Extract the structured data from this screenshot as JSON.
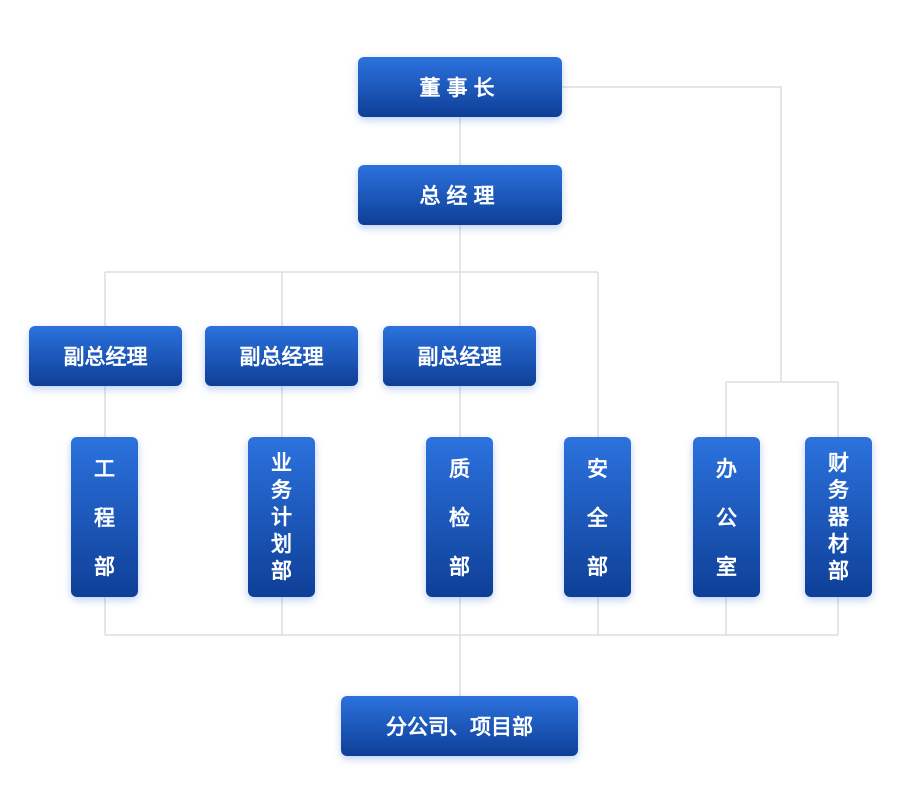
{
  "chairman": "董事长",
  "general_manager": "总经理",
  "deputy_managers": [
    "副总经理",
    "副总经理",
    "副总经理"
  ],
  "departments": {
    "engineering": [
      "工",
      "程",
      "部"
    ],
    "business_planning": [
      "业",
      "务",
      "计",
      "划",
      "部"
    ],
    "quality_inspection": [
      "质",
      "检",
      "部"
    ],
    "safety": [
      "安",
      "全",
      "部"
    ],
    "office": [
      "办",
      "公",
      "室"
    ],
    "finance_equipment": [
      "财",
      "务",
      "器",
      "材",
      "部"
    ]
  },
  "branches": "分公司、项目部",
  "colors": {
    "box_top": "#2c72de",
    "box_bottom": "#0e3f97",
    "line": "#dddddd",
    "text": "#ffffff"
  }
}
